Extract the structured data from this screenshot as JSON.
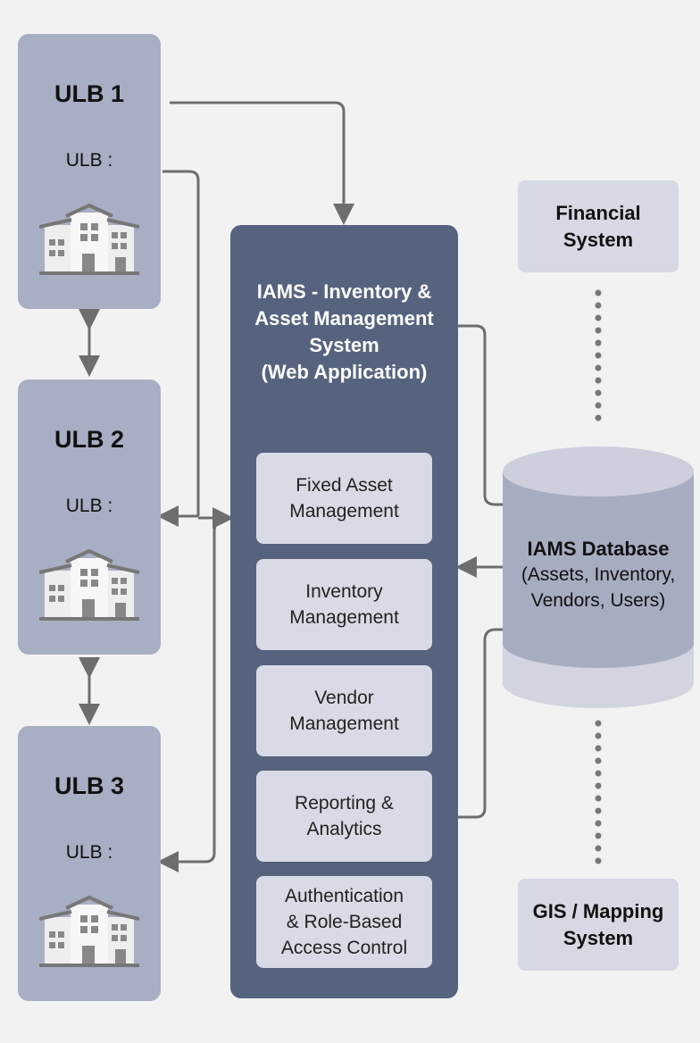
{
  "ulbs": [
    {
      "title": "ULB 1",
      "subtitle": "ULB :"
    },
    {
      "title": "ULB 2",
      "subtitle": "ULB :"
    },
    {
      "title": "ULB 3",
      "subtitle": "ULB :"
    }
  ],
  "main": {
    "title": "IAMS - Inventory &\nAsset Management\nSystem\n(Web Application)",
    "modules": [
      "Fixed Asset\nManagement",
      "Inventory\nManagement",
      "Vendor\nManagement",
      "Reporting &\nAnalytics",
      "Authentication\n& Role-Based\nAccess Control"
    ]
  },
  "external": {
    "financial": "Financial\nSystem",
    "gis": "GIS / Mapping\nSystem"
  },
  "database": {
    "title": "IAMS Database",
    "subtitle": "(Assets, Inventory,\nVendors, Users)"
  },
  "colors": {
    "ulb": "#a8aec3",
    "main": "#56637f",
    "module": "#d8dae5",
    "connector": "#6e6e6e"
  }
}
